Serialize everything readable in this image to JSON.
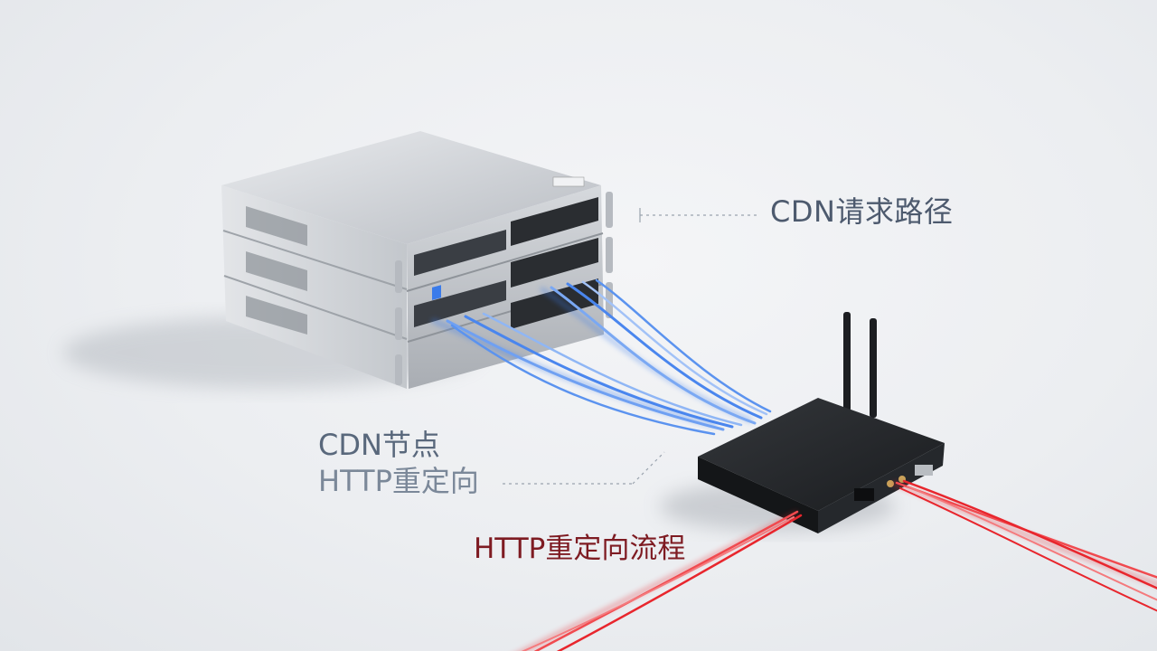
{
  "labels": {
    "cdn_request_path": "CDN请求路径",
    "cdn_node": "CDN节点",
    "http_redirect": "HTTP重定向",
    "http_redirect_flow": "HTTP重定向流程"
  },
  "colors": {
    "background": "#eceef1",
    "server_metal": "#c9ccd1",
    "router_body": "#1d1f22",
    "cable_blue": "#3a7bea",
    "cable_red": "#e8262d",
    "label_gray": "#4d5a6e",
    "label_red": "#7e1b22"
  },
  "icons": {
    "server": "rack-server-icon",
    "router": "wifi-router-icon"
  }
}
